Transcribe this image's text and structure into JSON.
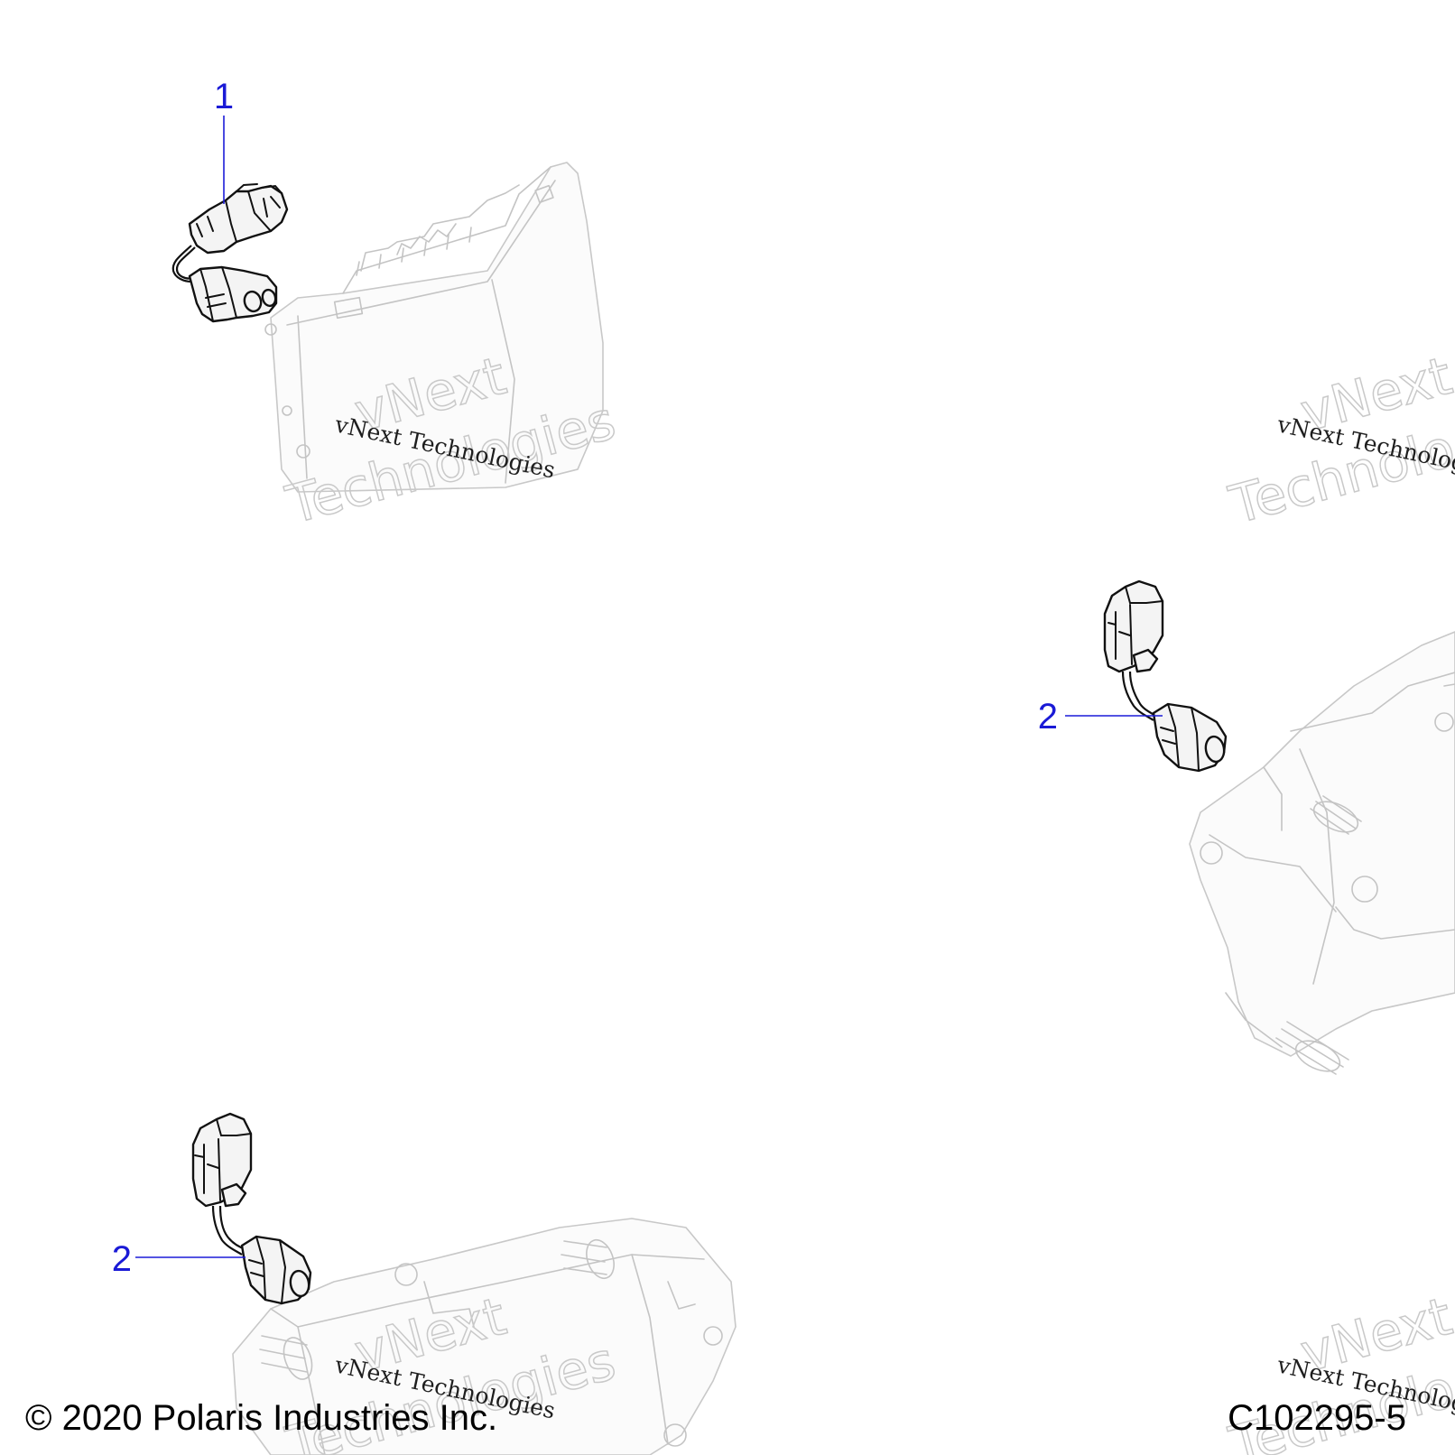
{
  "callouts": [
    {
      "number": "1",
      "part": "connector-harness"
    },
    {
      "number": "2",
      "part": "connector-harness"
    },
    {
      "number": "2",
      "part": "connector-harness"
    }
  ],
  "watermark": {
    "line1": "vNext",
    "line2": "Technologies",
    "caption": "vNext Technologies"
  },
  "footer": {
    "copyright": "© 2020 Polaris Industries Inc.",
    "figure_id": "C102295-5"
  },
  "colors": {
    "callout": "#1a1ad6",
    "part_outline": "#c4c4c4",
    "connector_outline": "#111111",
    "watermark_outline": "#c9c9c9"
  }
}
